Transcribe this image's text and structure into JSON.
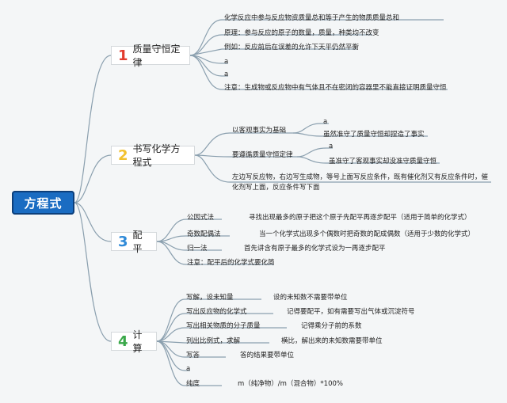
{
  "root": {
    "title": "方程式"
  },
  "colors": {
    "root_bg": "#1a6cc2",
    "line": "#8a9fae",
    "num1": "#e23b2e",
    "num2": "#f2c12e",
    "num3": "#2f8ad8",
    "num4": "#3aa84a"
  },
  "branches": [
    {
      "num": "1",
      "title": "质量守恒定律",
      "items": [
        "化学反应中参与反应物资质量总和等于产生的物质质量总和",
        "原理：参与反应的原子的数量，质量，种类均不改变",
        "例如：反应前后在误差的允许下天平仍然平衡",
        "a",
        "a",
        "注意：生成物或反应物中有气体且不在密闭的容器里不能直接证明质量守恒"
      ]
    },
    {
      "num": "2",
      "title": "书写化学方程式",
      "items": [
        {
          "label": "以客观事实为基础",
          "children": [
            "a",
            "虽然准守了质量守恒却捏造了事实"
          ]
        },
        {
          "label": "要遵循质量守恒定律",
          "children": [
            "a",
            "虽准守了客观事实却没准守质量守恒"
          ]
        },
        {
          "label": "左边写反应物，右边写生成物，等号上面写反应条件，既有催化剂又有反应条件时，催化剂写上面，反应条件写下面"
        }
      ]
    },
    {
      "num": "3",
      "title": "配平",
      "items": [
        {
          "label": "公因式法",
          "note": "寻找出现最多的原子把这个原子先配平再逐步配平（适用于简单的化学式）"
        },
        {
          "label": "奇数配偶法",
          "note": "当一个化学式出现多个偶数时把奇数的配成偶数（适用于少数的化学式）"
        },
        {
          "label": "归一法",
          "note": "首先讲含有原子最多的化学式设为一再逐步配平"
        },
        {
          "label": "注意：配平后的化学式要化简"
        }
      ]
    },
    {
      "num": "4",
      "title": "计算",
      "items": [
        {
          "label": "写解，设未知量",
          "note": "设的未知数不需要带单位"
        },
        {
          "label": "写出反应物的化学式",
          "note": "记得要配平，如有需要写出气体或沉淀符号"
        },
        {
          "label": "写出相关物质的分子质量",
          "note": "记得乘分子前的系数"
        },
        {
          "label": "列出比例式，求解",
          "note": "横比，解出来的未知数需要带单位"
        },
        {
          "label": "写答",
          "note": "答的结果要带单位"
        },
        {
          "label": "a"
        },
        {
          "label": "纯度",
          "note": "m（纯净物）/m（混合物）*100%"
        }
      ]
    }
  ]
}
